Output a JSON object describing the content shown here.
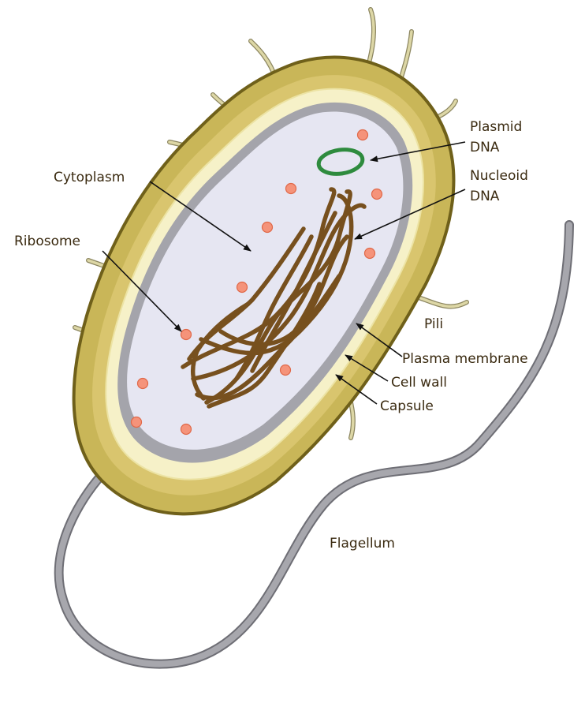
{
  "labels": {
    "plasmid_line1": "Plasmid",
    "plasmid_line2": "DNA",
    "nucleoid_line1": "Nucleoid",
    "nucleoid_line2": "DNA",
    "cytoplasm": "Cytoplasm",
    "ribosome": "Ribosome",
    "pili": "Pili",
    "plasma_membrane": "Plasma membrane",
    "cell_wall": "Cell wall",
    "capsule": "Capsule",
    "flagellum": "Flagellum"
  },
  "colors": {
    "capsule_outer": "#7a6a1e",
    "capsule_fill": "#c9b658",
    "cell_wall": "#f6f1c8",
    "membrane": "#a4a4ab",
    "cytoplasm": "#e6e6f2",
    "nucleoid": "#77501e",
    "plasmid": "#2e8b3e",
    "ribosome": "#f5937a",
    "pili": "#ddd7a6",
    "flagellum": "#9c9ca3",
    "text": "#3a2a10"
  },
  "icons": {
    "leader_arrows": "arrow-icon"
  }
}
